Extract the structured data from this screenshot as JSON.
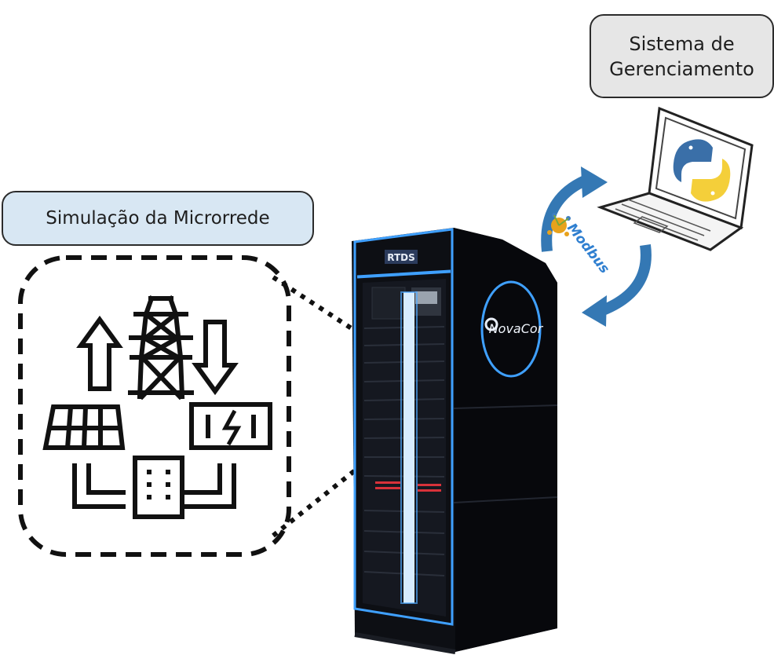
{
  "labels": {
    "simulation": "Simulação da Microrrede",
    "management": "Sistema de Gerenciamento"
  },
  "rack": {
    "badge": "RTDS",
    "brand": "NovaCor"
  },
  "protocol": {
    "name": "Modbus"
  },
  "colors": {
    "accent_glow": "#3fa0ff",
    "rack_body": "#0d0f14",
    "arrow_blue": "#3478b4",
    "sim_label_bg": "#d8e7f3",
    "mgmt_label_bg": "#e6e6e6"
  },
  "icons": [
    "solar-panel-icon",
    "power-tower-icon",
    "battery-icon",
    "building-icon",
    "laptop-icon",
    "python-logo-icon",
    "modbus-logo-icon"
  ]
}
